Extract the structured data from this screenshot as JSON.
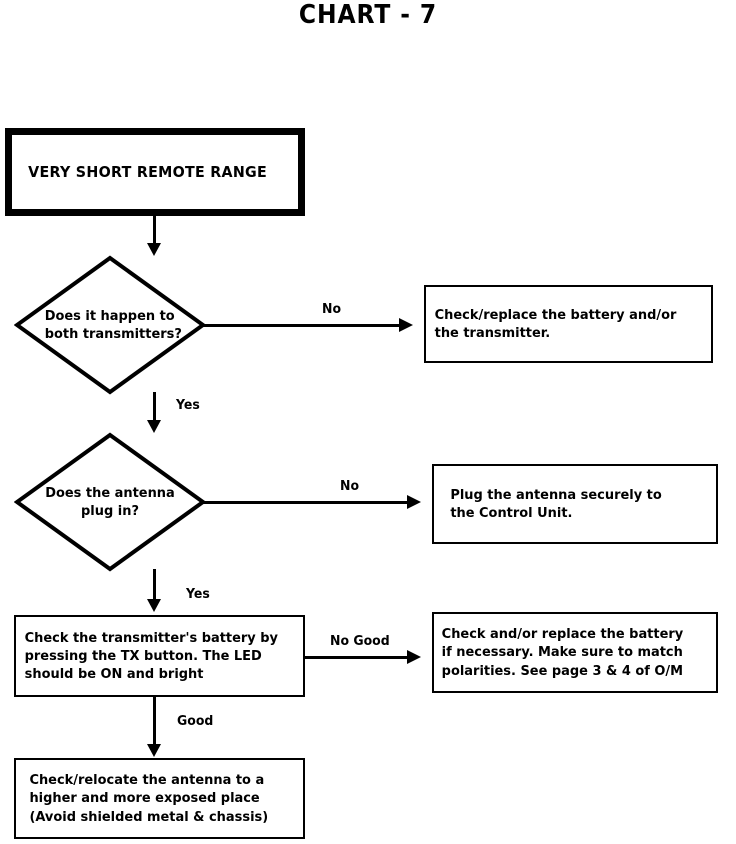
{
  "title": "CHART - 7",
  "flowchart": {
    "start": {
      "label": "VERY SHORT REMOTE RANGE"
    },
    "decisions": [
      {
        "id": "both-transmitters",
        "text": "Does it happen to\nboth transmitters?",
        "yes_label": "Yes",
        "no_label": "No"
      },
      {
        "id": "antenna-plug",
        "text": "Does the antenna\nplug in?",
        "yes_label": "Yes",
        "no_label": "No"
      }
    ],
    "outcomes": [
      {
        "id": "check-replace-battery-transmitter",
        "text": "Check/replace the battery and/or\nthe transmitter."
      },
      {
        "id": "plug-antenna",
        "text": "Plug the antenna securely to\nthe Control Unit."
      },
      {
        "id": "check-replace-battery-polarities",
        "text": "Check and/or replace the battery\nif necessary. Make sure to match\npolarities.  See page 3 & 4 of O/M"
      }
    ],
    "processes": [
      {
        "id": "check-tx-battery",
        "text": "Check the transmitter's battery by\npressing the TX button. The LED\nshould be ON and bright",
        "no_good_label": "No Good",
        "good_label": "Good"
      },
      {
        "id": "relocate-antenna",
        "text": "Check/relocate the antenna to a\nhigher and more exposed place\n(Avoid shielded metal & chassis)"
      }
    ]
  },
  "colors": {
    "line": "#000000",
    "background": "#ffffff",
    "text": "#000000"
  }
}
